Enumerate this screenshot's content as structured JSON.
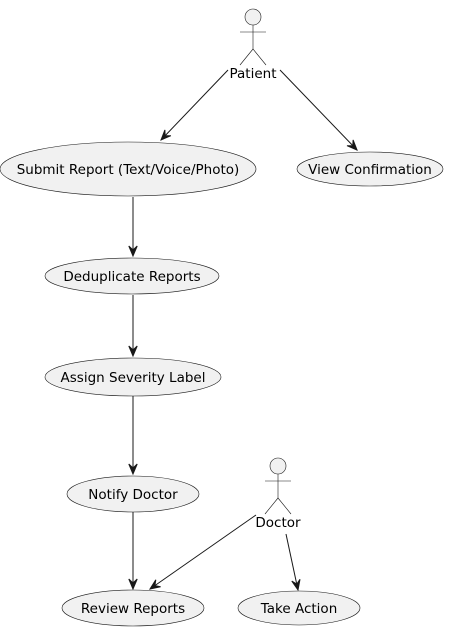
{
  "actors": [
    {
      "id": "patient",
      "label": "Patient"
    },
    {
      "id": "doctor",
      "label": "Doctor"
    }
  ],
  "use_cases": [
    {
      "id": "submit",
      "label": "Submit Report (Text/Voice/Photo)"
    },
    {
      "id": "view",
      "label": "View Confirmation"
    },
    {
      "id": "dedup",
      "label": "Deduplicate Reports"
    },
    {
      "id": "severity",
      "label": "Assign Severity Label"
    },
    {
      "id": "notify",
      "label": "Notify Doctor"
    },
    {
      "id": "review",
      "label": "Review Reports"
    },
    {
      "id": "action",
      "label": "Take Action"
    }
  ],
  "edges": [
    {
      "from": "patient",
      "to": "submit"
    },
    {
      "from": "patient",
      "to": "view"
    },
    {
      "from": "submit",
      "to": "dedup"
    },
    {
      "from": "dedup",
      "to": "severity"
    },
    {
      "from": "severity",
      "to": "notify"
    },
    {
      "from": "notify",
      "to": "review"
    },
    {
      "from": "doctor",
      "to": "review"
    },
    {
      "from": "doctor",
      "to": "action"
    }
  ],
  "colors": {
    "fill": "#f1f1f1",
    "stroke": "#181818",
    "text": "#000000"
  }
}
